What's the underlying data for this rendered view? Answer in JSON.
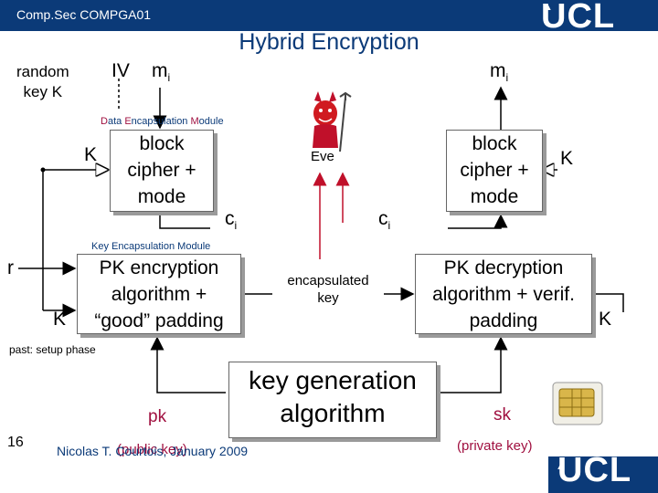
{
  "header": {
    "course": "Comp.Sec COMPGA01",
    "logo": "UCL",
    "title": "Hybrid Encryption"
  },
  "labels": {
    "random_key": "random\nkey K",
    "iv": "IV",
    "m_left": "m",
    "m_left_sub": "i",
    "m_right": "m",
    "m_right_sub": "i",
    "dem_prefix1": "D",
    "dem_b1": "ata",
    "dem_mid": " ",
    "dem_r1": "E",
    "dem_b2": "ncapsulation ",
    "dem_r2": "M",
    "dem_b3": "odule",
    "k_left": "K",
    "block_left": "block\ncipher +\nmode",
    "c_left": "c",
    "c_left_sub": "i",
    "eve": "Eve",
    "block_right": "block\ncipher +\nmode",
    "k_right": "K",
    "c_right": "c",
    "c_right_sub": "i",
    "kem": "Key Encapsulation Module",
    "r": "r",
    "k_left2": "K",
    "pk_enc": "PK encryption\nalgorithm +\n“good” padding",
    "encapsulated_key": "encapsulated\nkey",
    "pk_dec": "PK decryption\nalgorithm + verif.\npadding",
    "k_right2": "K",
    "past": "past: setup phase",
    "pk": "pk",
    "keygen": "key generation\nalgorithm",
    "sk": "sk",
    "public_key": "(public key)",
    "private_key": "(private key)"
  },
  "footer": {
    "page": "16",
    "author": "Nicolas T. Courtois, January 2009",
    "logo": "UCL"
  },
  "icons": [
    "devil-icon",
    "smartcard-chip-icon",
    "ucl-crest-icon"
  ],
  "colors": {
    "accent": "#0b3a78",
    "eve_arrow": "#c0102a",
    "text": "#000000"
  }
}
